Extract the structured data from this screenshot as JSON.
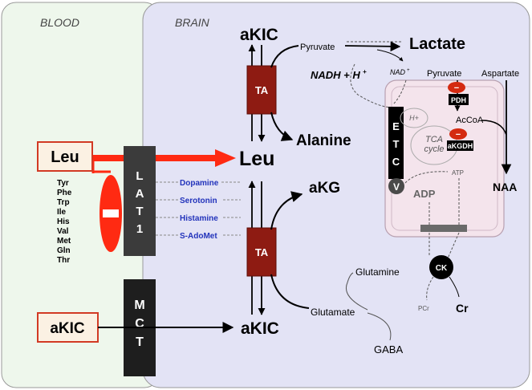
{
  "compartments": {
    "blood": "BLOOD",
    "brain": "BRAIN"
  },
  "transporters": {
    "lat1": [
      "L",
      "A",
      "T",
      "1"
    ],
    "mct": [
      "M",
      "C",
      "T"
    ],
    "etc": [
      "E",
      "T",
      "C"
    ],
    "v": "V",
    "ta": "TA",
    "ck": "CK",
    "pdh": "PDH",
    "akgdh": "aKGDH",
    "inhibit_symbol": "−"
  },
  "metabolites": {
    "leu_blood": "Leu",
    "leu_brain": "Leu",
    "akic_blood": "aKIC",
    "akic_top": "aKIC",
    "akic_bottom": "aKIC",
    "alanine": "Alanine",
    "akg": "aKG",
    "pyruvate_ta": "Pyruvate",
    "lactate": "Lactate",
    "nadh": "NADH + H",
    "nadh_sup": "+",
    "nad": "NAD",
    "nad_sup": "+",
    "pyruvate_mito": "Pyruvate",
    "aspartate": "Aspartate",
    "accoa": "AcCoA",
    "naa": "NAA",
    "h_plus": "H+",
    "tca_line1": "TCA",
    "tca_line2": "cycle",
    "atp": "ATP",
    "adp": "ADP",
    "glutamine": "Glutamine",
    "glutamate": "Glutamate",
    "gaba": "GABA",
    "pcr": "PCr",
    "cr": "Cr"
  },
  "competing_amino_acids": [
    "Tyr",
    "Phe",
    "Trp",
    "Ile",
    "His",
    "Val",
    "Met",
    "Gln",
    "Thr"
  ],
  "neurotransmitters": [
    "Dopamine",
    "Serotonin",
    "Histamine",
    "S-AdoMet"
  ],
  "colors": {
    "blood_bg": "#eef7ec",
    "brain_bg": "#e3e3f5",
    "mito_bg": "#f4e4ec",
    "ta_red": "#8e1b12",
    "arrow_red": "#ff2a12",
    "neuro_blue": "#2233bb",
    "transporter_gray": "#3b3b3b"
  }
}
